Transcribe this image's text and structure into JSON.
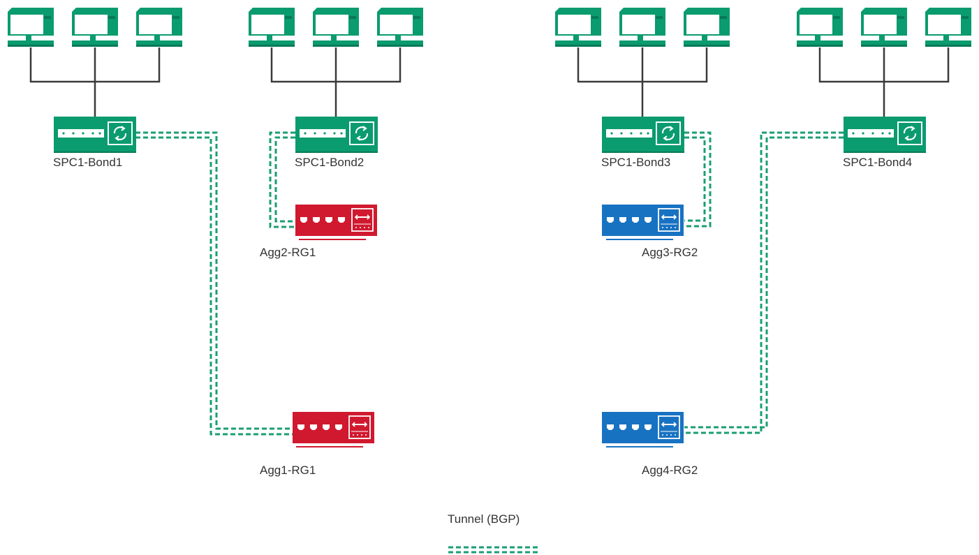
{
  "colors": {
    "green": "#0a9b6e",
    "green_dark": "#087a57",
    "red": "#d0192f",
    "blue": "#1872c2",
    "wire": "#3a3a3a",
    "tunnel": "#1a9e73",
    "text": "#333333"
  },
  "nodes": {
    "spc1_bond1": {
      "label": "SPC1-Bond1",
      "type": "spc-gateway",
      "icon": "sync-icon"
    },
    "spc1_bond2": {
      "label": "SPC1-Bond2",
      "type": "spc-gateway",
      "icon": "sync-icon"
    },
    "spc1_bond3": {
      "label": "SPC1-Bond3",
      "type": "spc-gateway",
      "icon": "sync-icon"
    },
    "spc1_bond4": {
      "label": "SPC1-Bond4",
      "type": "spc-gateway",
      "icon": "sync-icon"
    },
    "agg1_rg1": {
      "label": "Agg1-RG1",
      "type": "aggregator",
      "color": "red"
    },
    "agg2_rg1": {
      "label": "Agg2-RG1",
      "type": "aggregator",
      "color": "red"
    },
    "agg3_rg2": {
      "label": "Agg3-RG2",
      "type": "aggregator",
      "color": "blue"
    },
    "agg4_rg2": {
      "label": "Agg4-RG2",
      "type": "aggregator",
      "color": "blue"
    }
  },
  "computer_groups": [
    {
      "gateway": "spc1_bond1",
      "count": 3,
      "icon": "desktop-computer-icon"
    },
    {
      "gateway": "spc1_bond2",
      "count": 3,
      "icon": "desktop-computer-icon"
    },
    {
      "gateway": "spc1_bond3",
      "count": 3,
      "icon": "desktop-computer-icon"
    },
    {
      "gateway": "spc1_bond4",
      "count": 3,
      "icon": "desktop-computer-icon"
    }
  ],
  "tunnels": [
    {
      "from": "spc1_bond1",
      "to": "agg1_rg1"
    },
    {
      "from": "spc1_bond2",
      "to": "agg2_rg1"
    },
    {
      "from": "spc1_bond3",
      "to": "agg3_rg2"
    },
    {
      "from": "spc1_bond4",
      "to": "agg4_rg2"
    }
  ],
  "legend": {
    "label": "Tunnel (BGP)",
    "style": "double-dashed-line"
  }
}
